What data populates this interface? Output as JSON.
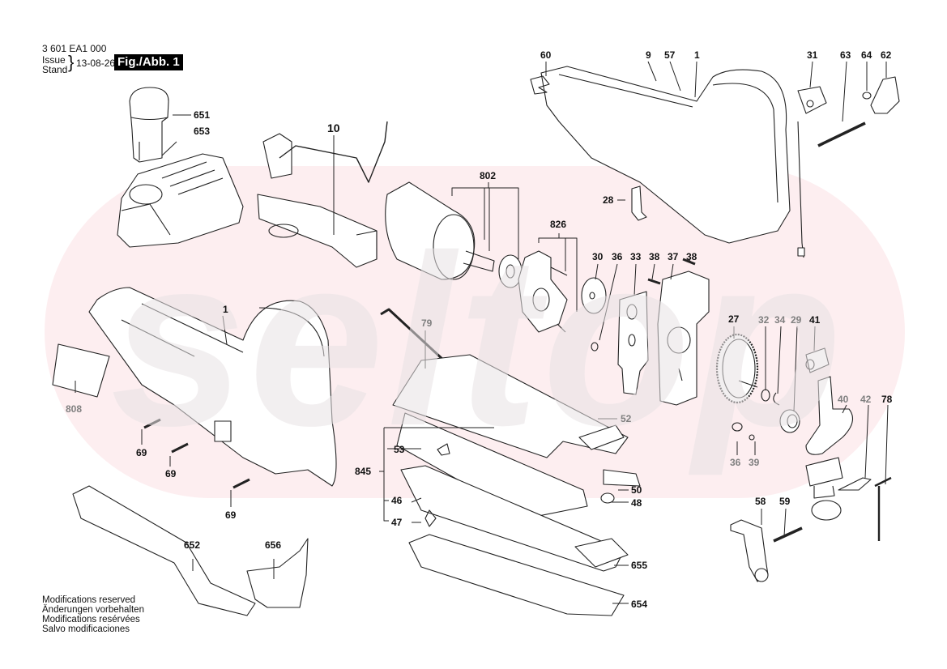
{
  "header": {
    "part_code": "3 601 EA1 000",
    "issue_label": "Issue",
    "stand_label": "Stand",
    "brace": "}",
    "date": "13-08-26",
    "figure_label": "Fig./Abb. 1"
  },
  "watermark": {
    "text": "seltop",
    "background_color": "#fdeef0",
    "text_color": "#e8e3e5"
  },
  "footer": {
    "lines": [
      "Modifications reserved",
      "Änderungen vorbehalten",
      "Modifications resérvées",
      "Salvo modificaciones"
    ]
  },
  "colors": {
    "label_black": "#111111",
    "label_gray": "#808080",
    "line": "#222222"
  },
  "part_labels": [
    {
      "id": "60",
      "style": "black"
    },
    {
      "id": "9",
      "style": "black"
    },
    {
      "id": "57",
      "style": "black"
    },
    {
      "id": "1",
      "style": "black"
    },
    {
      "id": "31",
      "style": "black"
    },
    {
      "id": "63",
      "style": "black"
    },
    {
      "id": "64",
      "style": "black"
    },
    {
      "id": "62",
      "style": "black"
    },
    {
      "id": "651",
      "style": "black"
    },
    {
      "id": "653",
      "style": "black"
    },
    {
      "id": "10",
      "style": "black"
    },
    {
      "id": "802",
      "style": "black"
    },
    {
      "id": "28",
      "style": "black"
    },
    {
      "id": "826",
      "style": "black"
    },
    {
      "id": "30",
      "style": "black"
    },
    {
      "id": "36",
      "style": "black"
    },
    {
      "id": "33",
      "style": "black"
    },
    {
      "id": "38",
      "style": "black"
    },
    {
      "id": "37",
      "style": "black"
    },
    {
      "id": "38",
      "style": "black"
    },
    {
      "id": "1",
      "style": "black"
    },
    {
      "id": "79",
      "style": "gray"
    },
    {
      "id": "27",
      "style": "black"
    },
    {
      "id": "32",
      "style": "gray"
    },
    {
      "id": "34",
      "style": "gray"
    },
    {
      "id": "29",
      "style": "gray"
    },
    {
      "id": "41",
      "style": "black"
    },
    {
      "id": "808",
      "style": "gray"
    },
    {
      "id": "52",
      "style": "gray"
    },
    {
      "id": "40",
      "style": "gray"
    },
    {
      "id": "42",
      "style": "gray"
    },
    {
      "id": "78",
      "style": "black"
    },
    {
      "id": "69",
      "style": "black"
    },
    {
      "id": "53",
      "style": "black"
    },
    {
      "id": "36",
      "style": "gray"
    },
    {
      "id": "39",
      "style": "gray"
    },
    {
      "id": "69",
      "style": "black"
    },
    {
      "id": "845",
      "style": "black"
    },
    {
      "id": "50",
      "style": "black"
    },
    {
      "id": "48",
      "style": "black"
    },
    {
      "id": "46",
      "style": "black"
    },
    {
      "id": "69",
      "style": "black"
    },
    {
      "id": "58",
      "style": "black"
    },
    {
      "id": "59",
      "style": "black"
    },
    {
      "id": "47",
      "style": "black"
    },
    {
      "id": "652",
      "style": "black"
    },
    {
      "id": "656",
      "style": "black"
    },
    {
      "id": "655",
      "style": "black"
    },
    {
      "id": "654",
      "style": "black"
    }
  ]
}
